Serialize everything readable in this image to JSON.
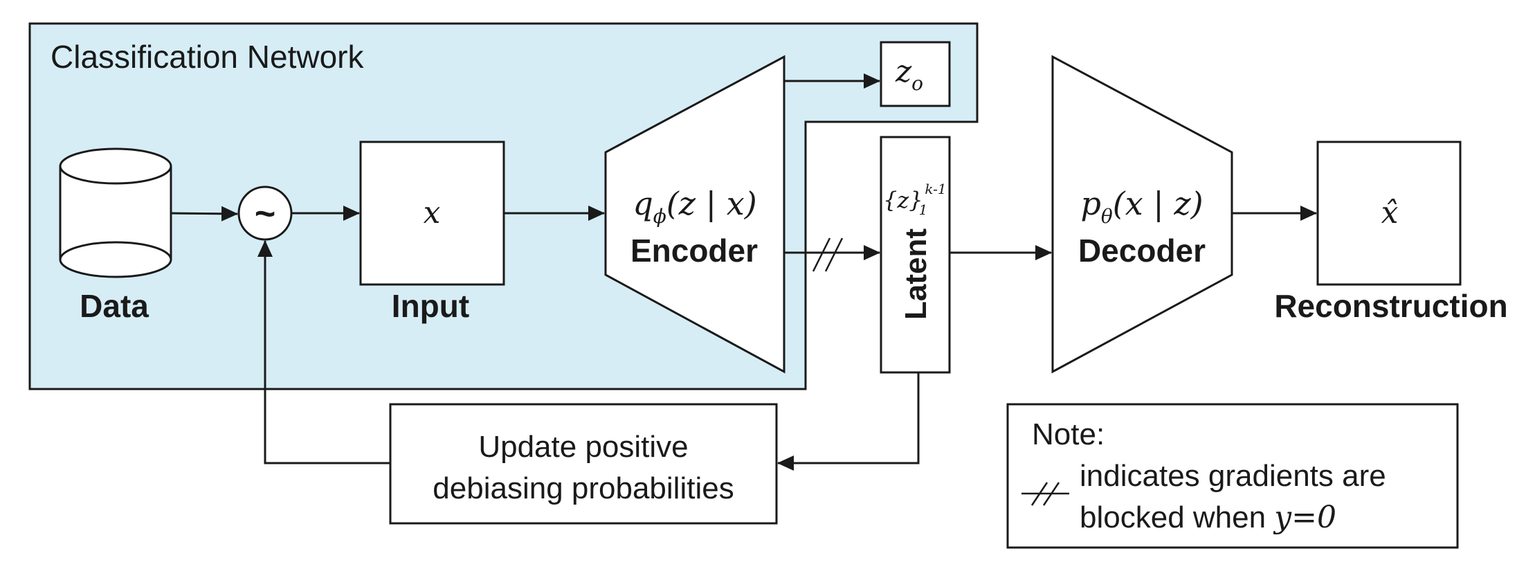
{
  "labels": {
    "classification_network": "Classification Network",
    "data": "Data",
    "tilde": "~",
    "input_symbol": "x",
    "input": "Input",
    "encoder_q": "q",
    "encoder_q_sub": "ϕ",
    "encoder_args": "(z | x)",
    "encoder": "Encoder",
    "z_o": "z",
    "z_o_sub": "o",
    "latent_set": "{z}",
    "latent_sup": "k-1",
    "latent_sub": "1",
    "latent": "Latent",
    "decoder_p": "p",
    "decoder_p_sub": "θ",
    "decoder_args": "(x | z)",
    "decoder": "Decoder",
    "reconstruction_symbol": "x̂",
    "reconstruction": "Reconstruction",
    "update_line1": "Update positive",
    "update_line2": "debiasing probabilities",
    "note_title": "Note:",
    "note_line1": "indicates gradients are",
    "note_line2_prefix": "blocked when ",
    "note_line2_math": "y=0"
  },
  "colors": {
    "network_fill": "#d6edf6",
    "stroke": "#1a1a1a",
    "box_fill": "#ffffff"
  }
}
